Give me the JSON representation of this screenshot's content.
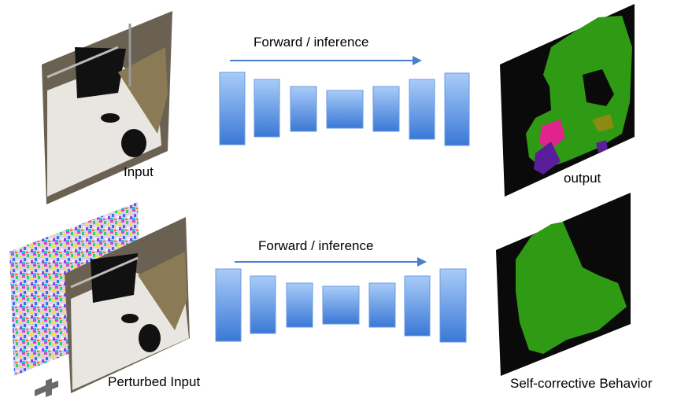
{
  "rows": [
    {
      "input_label": "Input",
      "arrow_label": "Forward / inference",
      "output_label": "output"
    },
    {
      "input_label": "Perturbed Input",
      "arrow_label": "Forward / inference",
      "output_label": "Self-corrective Behavior"
    }
  ],
  "colors": {
    "block_top": "#9ec3f7",
    "block_bottom": "#3b7bd8",
    "arrow": "#4a7fd0",
    "seg_background": "#0a0a0a",
    "seg_green": "#2f9b15",
    "seg_magenta": "#e0248c",
    "seg_purple": "#5a1e9a",
    "seg_olive": "#8c8a12"
  },
  "icons": {
    "plus": "plus-icon"
  }
}
